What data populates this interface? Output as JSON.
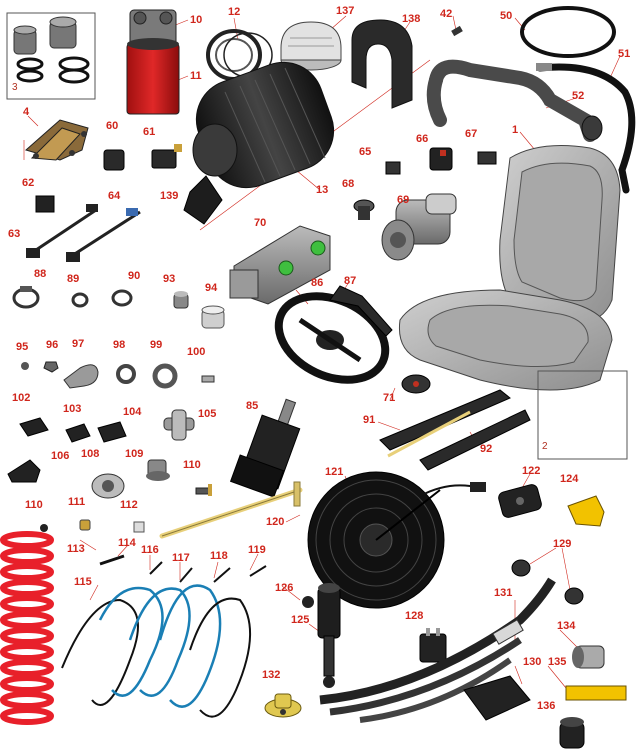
{
  "colors": {
    "callout": "#d0261c",
    "part_dark": "#222222",
    "part_grey": "#8a8a8a",
    "seat": "#b8b8b8",
    "filter_red": "#d42020",
    "spring_red": "#e8202a",
    "cable_blue": "#1a7fb5",
    "accent_yellow": "#f2c200",
    "pump_green": "#3fbf3f",
    "shaft_tan": "#e8d07a"
  },
  "callouts": {
    "c1": "1",
    "c2": "2",
    "c3": "3",
    "c4": "4",
    "c10": "10",
    "c11": "11",
    "c12": "12",
    "c13": "13",
    "c42": "42",
    "c50": "50",
    "c51": "51",
    "c52": "52",
    "c60": "60",
    "c61": "61",
    "c62": "62",
    "c63": "63",
    "c64": "64",
    "c65": "65",
    "c66": "66",
    "c67": "67",
    "c68": "68",
    "c69": "69",
    "c70": "70",
    "c71": "71",
    "c85": "85",
    "c86": "86",
    "c87": "87",
    "c88": "88",
    "c89": "89",
    "c90": "90",
    "c91": "91",
    "c92": "92",
    "c93": "93",
    "c94": "94",
    "c95": "95",
    "c96": "96",
    "c97": "97",
    "c98": "98",
    "c99": "99",
    "c100": "100",
    "c102": "102",
    "c103": "103",
    "c104": "104",
    "c105": "105",
    "c106": "106",
    "c108": "108",
    "c109": "109",
    "c110a": "110",
    "c110b": "110",
    "c111": "111",
    "c112": "112",
    "c113": "113",
    "c114": "114",
    "c115": "115",
    "c116": "116",
    "c117": "117",
    "c118": "118",
    "c119": "119",
    "c120": "120",
    "c121": "121",
    "c122": "122",
    "c124": "124",
    "c125": "125",
    "c126": "126",
    "c128": "128",
    "c129": "129",
    "c130": "130",
    "c131": "131",
    "c132": "132",
    "c134": "134",
    "c135": "135",
    "c136": "136",
    "c137": "137",
    "c138": "138",
    "c139": "139"
  }
}
